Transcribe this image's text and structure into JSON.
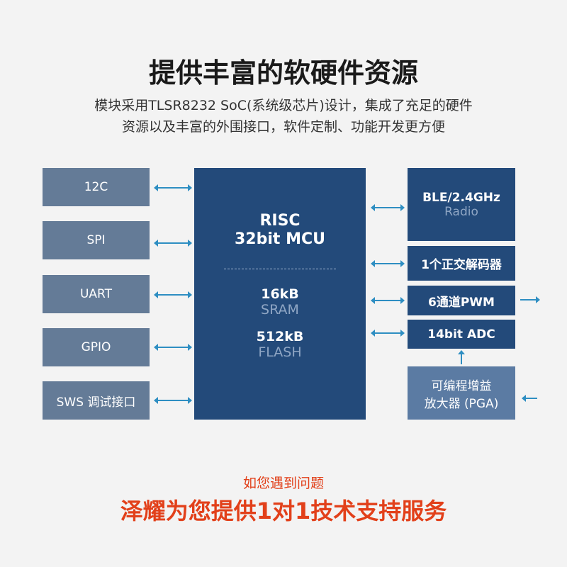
{
  "title": "提供丰富的软硬件资源",
  "subtitle": [
    "模块采用TLSR8232 SoC(系统级芯片)设计，集成了充足的硬件",
    "资源以及丰富的外围接口，软件定制、功能开发更方便"
  ],
  "left_interfaces": [
    "12C",
    "SPI",
    "UART",
    "GPIO",
    "SWS 调试接口"
  ],
  "mcu": {
    "line1": "RISC",
    "line2": "32bit MCU",
    "sram_size": "16kB",
    "sram_label": "SRAM",
    "flash_size": "512kB",
    "flash_label": "FLASH"
  },
  "right_modules": {
    "ble": "BLE/2.4GHz",
    "ble_sub": "Radio",
    "decoder": "1个正交解码器",
    "pwm": "6通道PWM",
    "adc": "14bit ADC",
    "pga_line1": "可编程增益",
    "pga_line2": "放大器 (PGA)"
  },
  "footer": {
    "question": "如您遇到问题",
    "service": "泽耀为您提供1对1技术支持服务"
  },
  "colors": {
    "mcu": "#234a7a",
    "interface": "#647b97",
    "pga": "#5b7ba3",
    "arrow": "#2e8ec2",
    "accent": "#e2401a"
  }
}
